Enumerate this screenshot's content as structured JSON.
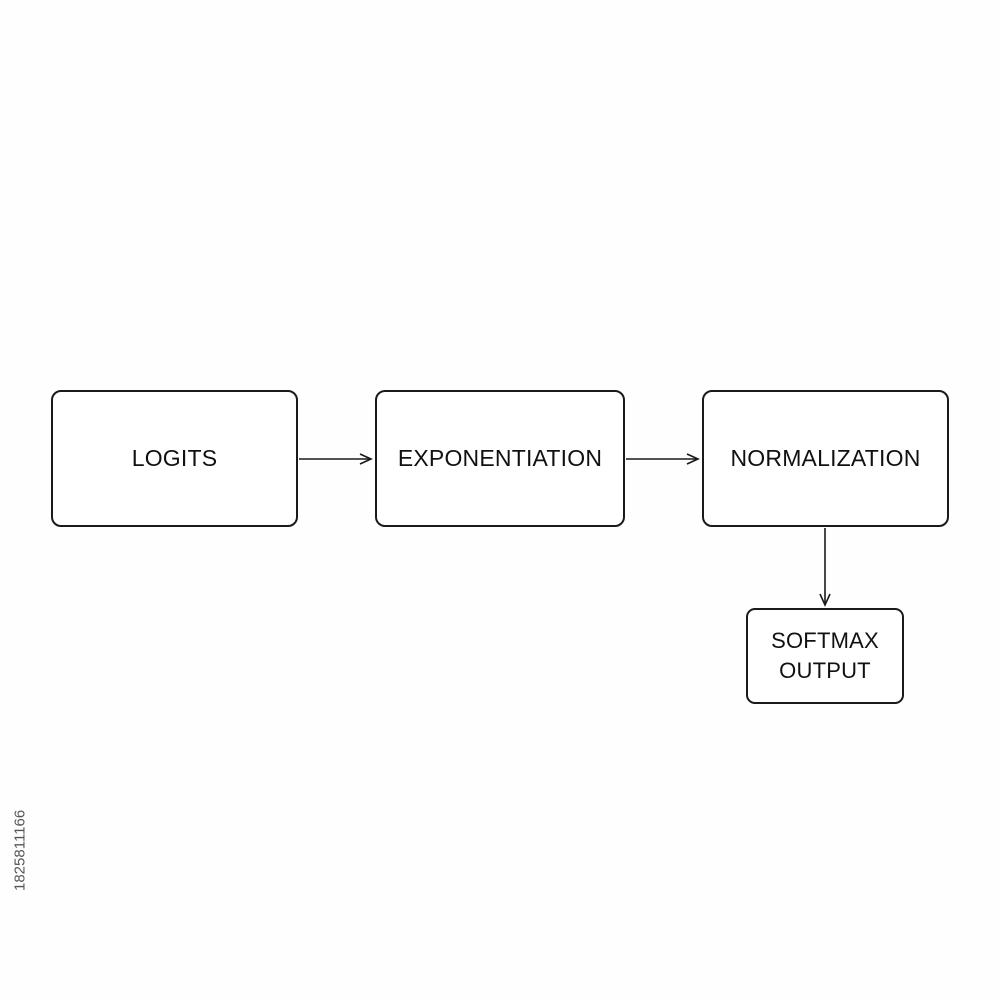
{
  "diagram": {
    "nodes": [
      {
        "id": "logits",
        "label": "LOGITS"
      },
      {
        "id": "exponentiation",
        "label": "EXPONENTIATION"
      },
      {
        "id": "normalization",
        "label": "NORMALIZATION"
      },
      {
        "id": "softmax_output",
        "label": "SOFTMAX\nOUTPUT"
      }
    ],
    "edges": [
      {
        "from": "logits",
        "to": "exponentiation"
      },
      {
        "from": "exponentiation",
        "to": "normalization"
      },
      {
        "from": "normalization",
        "to": "softmax_output"
      }
    ]
  },
  "watermark": {
    "id_text": "1825811166"
  },
  "colors": {
    "stroke": "#1a1a1a",
    "background": "#ffffff"
  }
}
